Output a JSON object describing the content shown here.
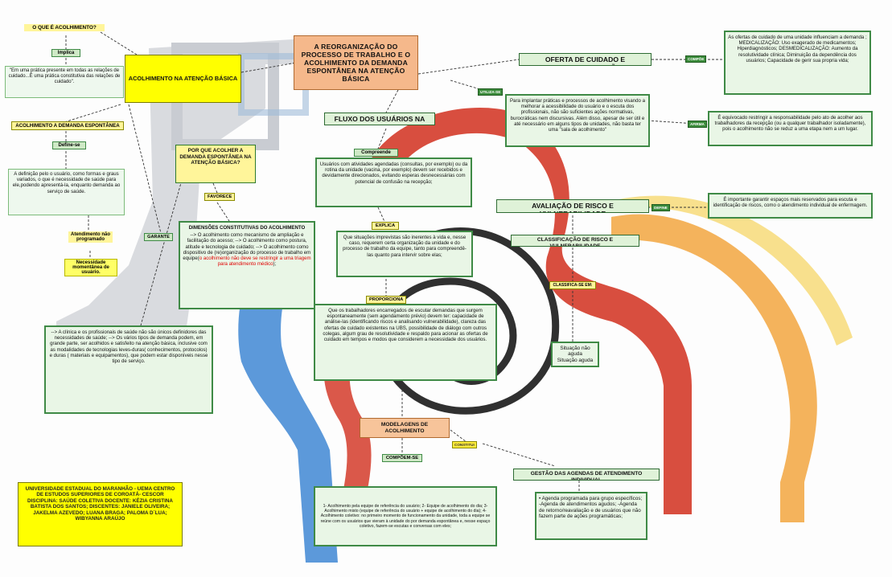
{
  "colors": {
    "gray_frame": "#c9ccd2",
    "blue_figure": "#4a8ed6",
    "red_figure": "#d43b2a",
    "orange_figure": "#f2a640",
    "yellow_figure": "#f6d870",
    "black_spiral": "#1a1a1a",
    "box_green": "#3f8a46",
    "box_yellow": "#ffff00",
    "box_orange": "#f5b88b"
  },
  "nodes": {
    "o_que_e": "O QUE É ACOLHIMENTO?",
    "implica": "Implica",
    "definition_quote": "\"Em uma prática presente em todas as relações de cuidado...É uma prática constitutiva das relações de cuidado\".",
    "acolhimento_ab": "ACOLHIMENTO NA ATENÇÃO BÁSICA",
    "acolhimento_demanda": "ACOLHIMENTO A DEMANDA ESPONTÂNEA",
    "define_se": "Define-se",
    "definicao_usuario": "A definição pelo o usuário, como formas e graus variados, o que é necessidade de saúde para ele,podendo apresentá-la, enquanto demanda ao serviço de saúde.",
    "atendimento_nao_prog": "Atendimento não programado",
    "necessidade_momentanea": "Necessidade momentânea de usuário.",
    "garante": "GARANTE",
    "clinica_box": "--> A clínica e os profissionais de saúde não são únicos definidores das necessidades de saúde; --> Os vários tipos de demanda podem, em grande parte, ser acolhidos e satisfeito na atenção básica, inclusive com as modalidades de tecnologias leves-duras( conhecimentos, protocolos) e duras ( materiais e equipamentos), que podem estar disponíveis nesse tipo de serviço.",
    "por_que": "POR QUE ACOLHER A DEMANDA ESPONTÂNEA NA ATENÇÃO BÁSICA?",
    "favorece": "FAVORECE",
    "dimensoes_title": "DIMENSÕES CONSTITUTIVAS DO ACOLHIMENTO",
    "dimensoes_body": "--> O acolhimento como mecanismo de ampliação e facilitação do acesso; --> O acolhimento como postura, atitude e tecnologia de cuidado; --> O acolhimento como dispositivo de (re)organização do processo de trabalho em equipe(",
    "dimensoes_red": "o acolhimento não deve se restringir a uma triagem para atendimento médico",
    "dimensoes_end": ");",
    "reorganizacao": "A REORGANIZAÇÃO DO PROCESSO DE TRABALHO E O ACOLHIMENTO DA DEMANDA ESPONTÂNEA NA ATENÇÃO BÁSICA",
    "oferta": "OFERTA DE CUIDADO E DESMEDICALIZAÇÃO",
    "compoe": "COMPÕE",
    "oferta_desc": "As ofertas de cuidado de uma unidade influenciam a demanda ; MEDICALIZAÇÃO: Uso exagerado de medicamentos; Hiperdiagnósticos; DESMEDICALIZAÇÃO: Aumento da resolutividade clínica; Diminuição da dependência dos usuários; Capacidade de gerir sua propria vida;",
    "utiliza_se": "UTILIZA-SE",
    "implantar": "Para implantar práticas e processos de acolhimento visando a melhorar a acessibilidade do usuário e o escuta dos profissionais, não são suficientes ações normativas, burocráticas nem discursivas. Além disso, apesar de ser útil e até necessário em alguns tipos de unidades, não basta ter uma \"sala de acolhimento\"",
    "afirma": "AFIRMA",
    "equivocado": "É equivocado restringir a responsabilidade pelo ato de acolher aos trabalhadores da recepção (ou a qualquer trabalhador isoladamente), pois o acolhimento não se reduz a uma etapa nem a um lugar.",
    "fluxo": "FLUXO DOS USUÁRIOS NA UBS",
    "compreende": "Compreende",
    "usuarios_box": "Usuários com atividades agendadas (consultas, por exemplo) ou da rotina da unidade (vacina, por exemplo) devem ser recebidos e devidamente direcionados, evitando esperas desnecessárias com potencial de confusão na recepção;",
    "explica": "EXPLICA",
    "imprevistas_box": "Que situações imprevistas são inerentes à vida e, nesse caso, requerem certa organização da unidade e do processo de trabalho da equipe, tanto para compreendê-las quanto para intervir sobre elas;",
    "proporciona": "PROPORCIONA",
    "trabalhadores_box": "Que os trabalhadores encarregados de escutar demandas que surgem espontaneamente (sem agendamento prévio) devem ter: capacidade de análise-las (identificando riscos e analisando vulnerabilidade), clareza das ofertas de cuidado existentes na UBS, possibilidade de diálogo com outros colegas, algum grau de resolutividade e respaldo para acionar as ofertas de cuidado em tempos e modos que considerem a necessidade dos usuários.",
    "avaliacao": "AVALIAÇÃO DE RISCO E VULNERABILIDADE",
    "define_tag": "DEFINE",
    "espacos": "É importante garantir espaços mais reservados para escuta e identificação de riscos, como o atendimento individual de enfermagem.",
    "classificacao": "CLASSIFICAÇÃO DE RISCO E VULNERABILIDADE",
    "classifica_se": "CLASSIFICA-SE EM:",
    "situacao_nao_aguda": "Situação não aguda",
    "situacao_aguda": "Situação aguda",
    "modelagens": "MODELAGENS DE ACOLHIMENTO",
    "constitui": "CONSTITUI",
    "compoem_se": "COMPÕEM-SE",
    "modelagens_box": "1- Acolhimento pela equipe de referência do usuário; 2- Equipe de acolhimento do dia; 3- Acolhimento misto (equipe de referência do usuário + equipe de acolhimento do dia); 4- Acolhimento coletivo: no primeiro momento de funcionamento da unidade, toda a equipe se reúne com os usuários que vieram à unidade do por demanda espontânea e, nesse espaço coletivo, fazem-se escutas e conversas com eles;",
    "gestao": "GESTÃO DAS AGENDAS DE ATENDIMENTO INDIVIDUAL",
    "agendas_box": "• Agenda programada para grupo específicos; -Agenda de atendimentos agudos; -Agenda de retorno/reavaliação e de usuários que não fazem parte de ações programáticas;",
    "credits": "UNIVERSIDADE ESTADUAL DO MARANHÃO - UEMA CENTRO DE ESTUDOS SUPERIORES DE COROATÁ- CESCOR DISCIPLINA: SAÚDE COLETIVA DOCENTE: KÉZIA CRISTINA BATISTA DOS SANTOS; DISCENTES: JANIELE OLIVEIRA; JAKELMA AZEVEDO; LUANA BRAGA; PALOMA D`LUA; WIBYANNA ARAÚJO"
  }
}
